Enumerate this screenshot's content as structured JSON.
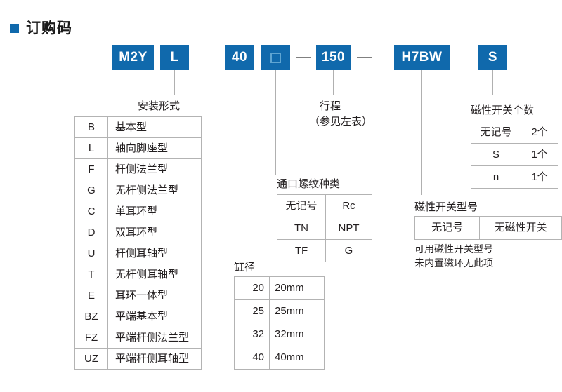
{
  "page": {
    "title": "订购码",
    "bullet_color": "#1069ac",
    "block_color": "#1069ac"
  },
  "code_row": {
    "blocks": [
      {
        "label": "M2Y",
        "type": "text"
      },
      {
        "label": "L",
        "type": "text"
      },
      {
        "label": "40",
        "type": "text"
      },
      {
        "label": "",
        "type": "square-placeholder"
      },
      {
        "label": "150",
        "type": "text"
      },
      {
        "label": "H7BW",
        "type": "text"
      },
      {
        "label": "S",
        "type": "text"
      }
    ],
    "separators": [
      "—",
      "—"
    ]
  },
  "sections": {
    "mounting": {
      "caption": "安装形式",
      "rows": [
        {
          "code": "B",
          "desc": "基本型"
        },
        {
          "code": "L",
          "desc": "轴向脚座型"
        },
        {
          "code": "F",
          "desc": "杆侧法兰型"
        },
        {
          "code": "G",
          "desc": "无杆侧法兰型"
        },
        {
          "code": "C",
          "desc": "单耳环型"
        },
        {
          "code": "D",
          "desc": "双耳环型"
        },
        {
          "code": "U",
          "desc": "杆侧耳轴型"
        },
        {
          "code": "T",
          "desc": "无杆侧耳轴型"
        },
        {
          "code": "E",
          "desc": "耳环一体型"
        },
        {
          "code": "BZ",
          "desc": "平端基本型"
        },
        {
          "code": "FZ",
          "desc": "平端杆侧法兰型"
        },
        {
          "code": "UZ",
          "desc": "平端杆侧耳轴型"
        }
      ]
    },
    "bore": {
      "caption": "缸径",
      "rows": [
        {
          "code": "20",
          "desc": "20mm"
        },
        {
          "code": "25",
          "desc": "25mm"
        },
        {
          "code": "32",
          "desc": "32mm"
        },
        {
          "code": "40",
          "desc": "40mm"
        }
      ]
    },
    "port_thread": {
      "caption": "通口螺纹种类",
      "rows": [
        {
          "code": "无记号",
          "desc": "Rc"
        },
        {
          "code": "TN",
          "desc": "NPT"
        },
        {
          "code": "TF",
          "desc": "G"
        }
      ]
    },
    "stroke": {
      "caption_line1": "行程",
      "caption_line2": "（参见左表）"
    },
    "switch_count": {
      "caption": "磁性开关个数",
      "rows": [
        {
          "code": "无记号",
          "desc": "2个"
        },
        {
          "code": "S",
          "desc": "1个"
        },
        {
          "code": "n",
          "desc": "1个"
        }
      ]
    },
    "switch_model": {
      "caption": "磁性开关型号",
      "rows": [
        {
          "code": "无记号",
          "desc": "无磁性开关"
        }
      ],
      "note_line1": "可用磁性开关型号",
      "note_line2": "未内置磁环无此项"
    }
  }
}
